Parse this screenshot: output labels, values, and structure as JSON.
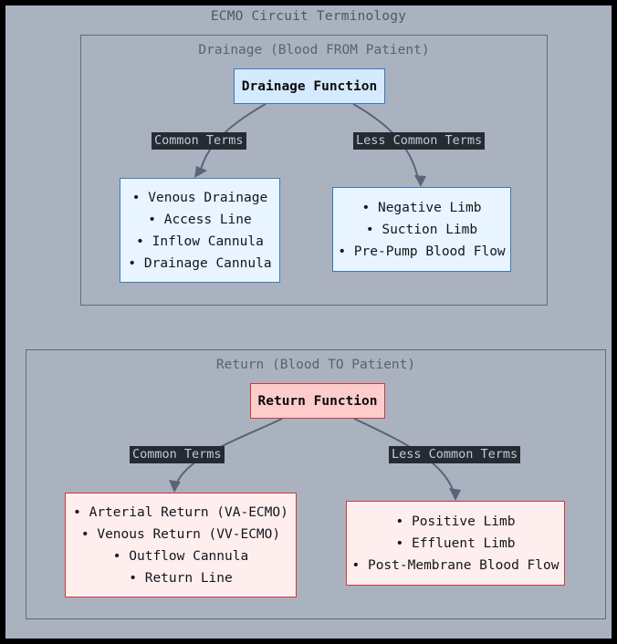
{
  "diagram": {
    "title": "ECMO Circuit Terminology",
    "background_color": "#aab2c0",
    "frame_color": "#000000"
  },
  "subgraphs": [
    {
      "id": "drainage",
      "title": "Drainage (Blood FROM Patient)",
      "accent_color": "#3a7ab8",
      "root": {
        "label": "Drainage Function",
        "fill": "#d6eaff",
        "stroke": "#3a7ab8"
      },
      "branches": [
        {
          "edge_label": "Common Terms",
          "items": [
            "Venous Drainage",
            "Access Line",
            "Inflow Cannula",
            "Drainage Cannula"
          ],
          "fill": "#e8f4ff",
          "stroke": "#3a7ab8"
        },
        {
          "edge_label": "Less Common Terms",
          "items": [
            "Negative Limb",
            "Suction Limb",
            "Pre-Pump Blood Flow"
          ],
          "fill": "#e8f4ff",
          "stroke": "#3a7ab8"
        }
      ]
    },
    {
      "id": "return",
      "title": "Return (Blood TO Patient)",
      "accent_color": "#cf3a3a",
      "root": {
        "label": "Return Function",
        "fill": "#ffcccc",
        "stroke": "#cf3a3a"
      },
      "branches": [
        {
          "edge_label": "Common Terms",
          "items": [
            "Arterial Return (VA-ECMO)",
            "Venous Return (VV-ECMO)",
            "Outflow Cannula",
            "Return Line"
          ],
          "fill": "#ffeeee",
          "stroke": "#cf3a3a"
        },
        {
          "edge_label": "Less Common Terms",
          "items": [
            "Positive Limb",
            "Effluent Limb",
            "Post-Membrane Blood Flow"
          ],
          "fill": "#ffeeee",
          "stroke": "#cf3a3a"
        }
      ]
    }
  ],
  "edge_style": {
    "stroke": "#5a6478",
    "label_background": "#262b33",
    "label_color": "#c3cad8"
  },
  "bullet": "•"
}
